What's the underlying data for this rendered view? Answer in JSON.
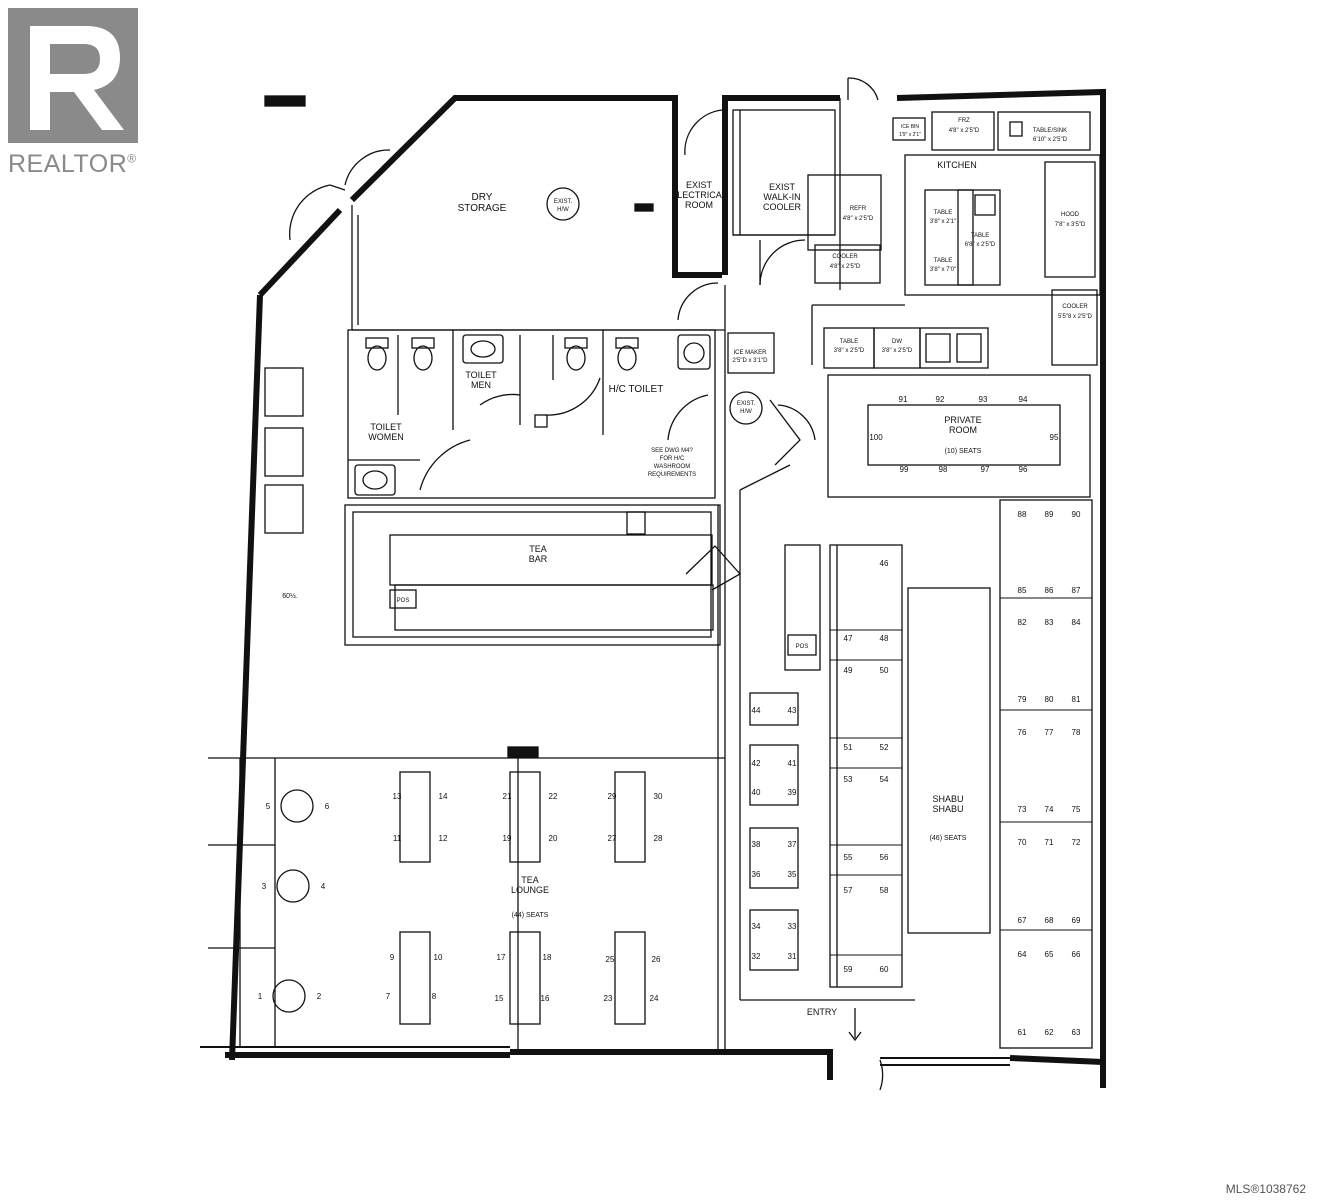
{
  "branding": {
    "realtor_text": "REALTOR",
    "realtor_reg": "®",
    "mls_number": "MLS®1038762"
  },
  "rooms": {
    "dry_storage": {
      "name1": "DRY",
      "name2": "STORAGE"
    },
    "exist_hw": {
      "name1": "EXIST.",
      "name2": "H/W"
    },
    "electrical": {
      "name1": "EXIST",
      "name2": "ELECTRICAL",
      "name3": "ROOM"
    },
    "walkin": {
      "name1": "EXIST",
      "name2": "WALK-IN",
      "name3": "COOLER"
    },
    "kitchen": {
      "name": "KITCHEN"
    },
    "toilet_women": {
      "name1": "TOILET",
      "name2": "WOMEN"
    },
    "toilet_men": {
      "name1": "TOILET",
      "name2": "MEN"
    },
    "hc_toilet": {
      "name": "H/C TOILET"
    },
    "washroom_note": {
      "line1": "SEE DWG M4?",
      "line2": "FOR H/C",
      "line3": "WASHROOM",
      "line4": "REQUIREMENTS"
    },
    "exist_hw2": {
      "name1": "EXIST.",
      "name2": "H/W"
    },
    "ice_maker": {
      "name1": "ICE MAKER",
      "name2": "2'5\"D x 3'1\"D"
    },
    "private_room": {
      "name1": "PRIVATE",
      "name2": "ROOM",
      "seats": "(10) SEATS"
    },
    "tea_bar": {
      "name1": "TEA",
      "name2": "BAR"
    },
    "tea_lounge": {
      "name1": "TEA",
      "name2": "LOUNGE",
      "seats": "(44) SEATS"
    },
    "shabu": {
      "name1": "SHABU",
      "name2": "SHABU",
      "seats": "(46) SEATS"
    },
    "entry": {
      "name": "ENTRY"
    },
    "misc_label": "60½."
  },
  "equipment": {
    "refr": {
      "name": "REFR",
      "size": "4'8\" x 2'5\"D"
    },
    "cooler1": {
      "name": "COOLER",
      "size": "4'8\" x 2'5\"D"
    },
    "ice_bin": {
      "name": "ICE BIN",
      "size": "1'9\" x 2'1\""
    },
    "frz": {
      "name": "FRZ",
      "size": "4'8\" x 2'5\"D"
    },
    "table_sink": {
      "name": "TABLE/SINK",
      "size": "6'10\" x 2'5\"D"
    },
    "table1": {
      "name": "TABLE",
      "size": "3'8\" x 2'1\""
    },
    "table2": {
      "name": "TABLE",
      "size": "6'8\" x 2'5\"D"
    },
    "table3": {
      "name": "TABLE",
      "size": "3'8\" x 7'0\""
    },
    "hood": {
      "name": "HOOD",
      "size": "7'8\" x 3'5\"D"
    },
    "cooler2": {
      "name": "COOLER",
      "size": "5'5\"8 x 2'5\"D"
    },
    "table4": {
      "name": "TABLE",
      "size": "3'8\" x 2'5\"D"
    },
    "dw": {
      "name": "DW",
      "size": "3'8\" x 2'5\"D"
    },
    "pos1": "POS",
    "pos2": "POS"
  },
  "seats": {
    "private": [
      "91",
      "92",
      "93",
      "94",
      "95",
      "96",
      "97",
      "98",
      "99",
      "100"
    ],
    "shabu_inner": [
      "46",
      "47",
      "48",
      "49",
      "50",
      "51",
      "52",
      "53",
      "54",
      "55",
      "56",
      "57",
      "58",
      "59",
      "60"
    ],
    "shabu_booths": [
      "88",
      "89",
      "90",
      "85",
      "86",
      "87",
      "82",
      "83",
      "84",
      "79",
      "80",
      "81",
      "76",
      "77",
      "78",
      "73",
      "74",
      "75",
      "70",
      "71",
      "72",
      "67",
      "68",
      "69",
      "64",
      "65",
      "66",
      "61",
      "62",
      "63"
    ],
    "shabu_two_tops": [
      "44",
      "43",
      "42",
      "41",
      "40",
      "39",
      "38",
      "37",
      "36",
      "35",
      "34",
      "33",
      "32",
      "31"
    ],
    "lounge_window": [
      "5",
      "6",
      "3",
      "4",
      "1",
      "2"
    ],
    "lounge_tables": [
      "13",
      "14",
      "11",
      "12",
      "21",
      "22",
      "19",
      "20",
      "29",
      "30",
      "27",
      "28",
      "9",
      "10",
      "7",
      "8",
      "17",
      "18",
      "15",
      "16",
      "25",
      "26",
      "23",
      "24"
    ]
  }
}
